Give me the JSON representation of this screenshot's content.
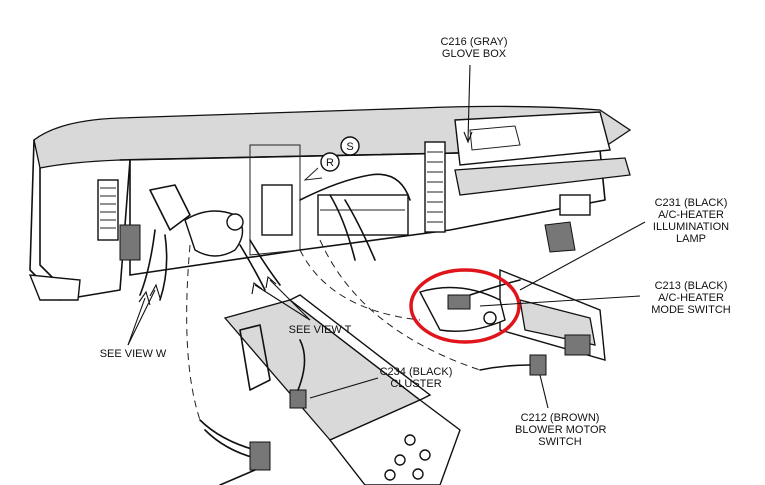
{
  "callouts": {
    "c216": {
      "lines": [
        "C216 (GRAY)",
        "GLOVE BOX"
      ]
    },
    "c231": {
      "lines": [
        "C231 (BLACK)",
        "A/C-HEATER",
        "ILLUMINATION",
        "LAMP"
      ]
    },
    "c213": {
      "lines": [
        "C213 (BLACK)",
        "A/C-HEATER",
        "MODE SWITCH"
      ]
    },
    "c234": {
      "lines": [
        "C234 (BLACK)",
        "CLUSTER"
      ]
    },
    "c212": {
      "lines": [
        "C212 (BROWN)",
        "BLOWER MOTOR",
        "SWITCH"
      ]
    },
    "view_t": {
      "lines": [
        "SEE VIEW T"
      ]
    },
    "view_w": {
      "lines": [
        "SEE VIEW W"
      ]
    }
  },
  "markers": {
    "r": "R",
    "s": "S"
  },
  "colors": {
    "ink": "#111111",
    "highlight": "#e0151b",
    "background": "#ffffff"
  }
}
